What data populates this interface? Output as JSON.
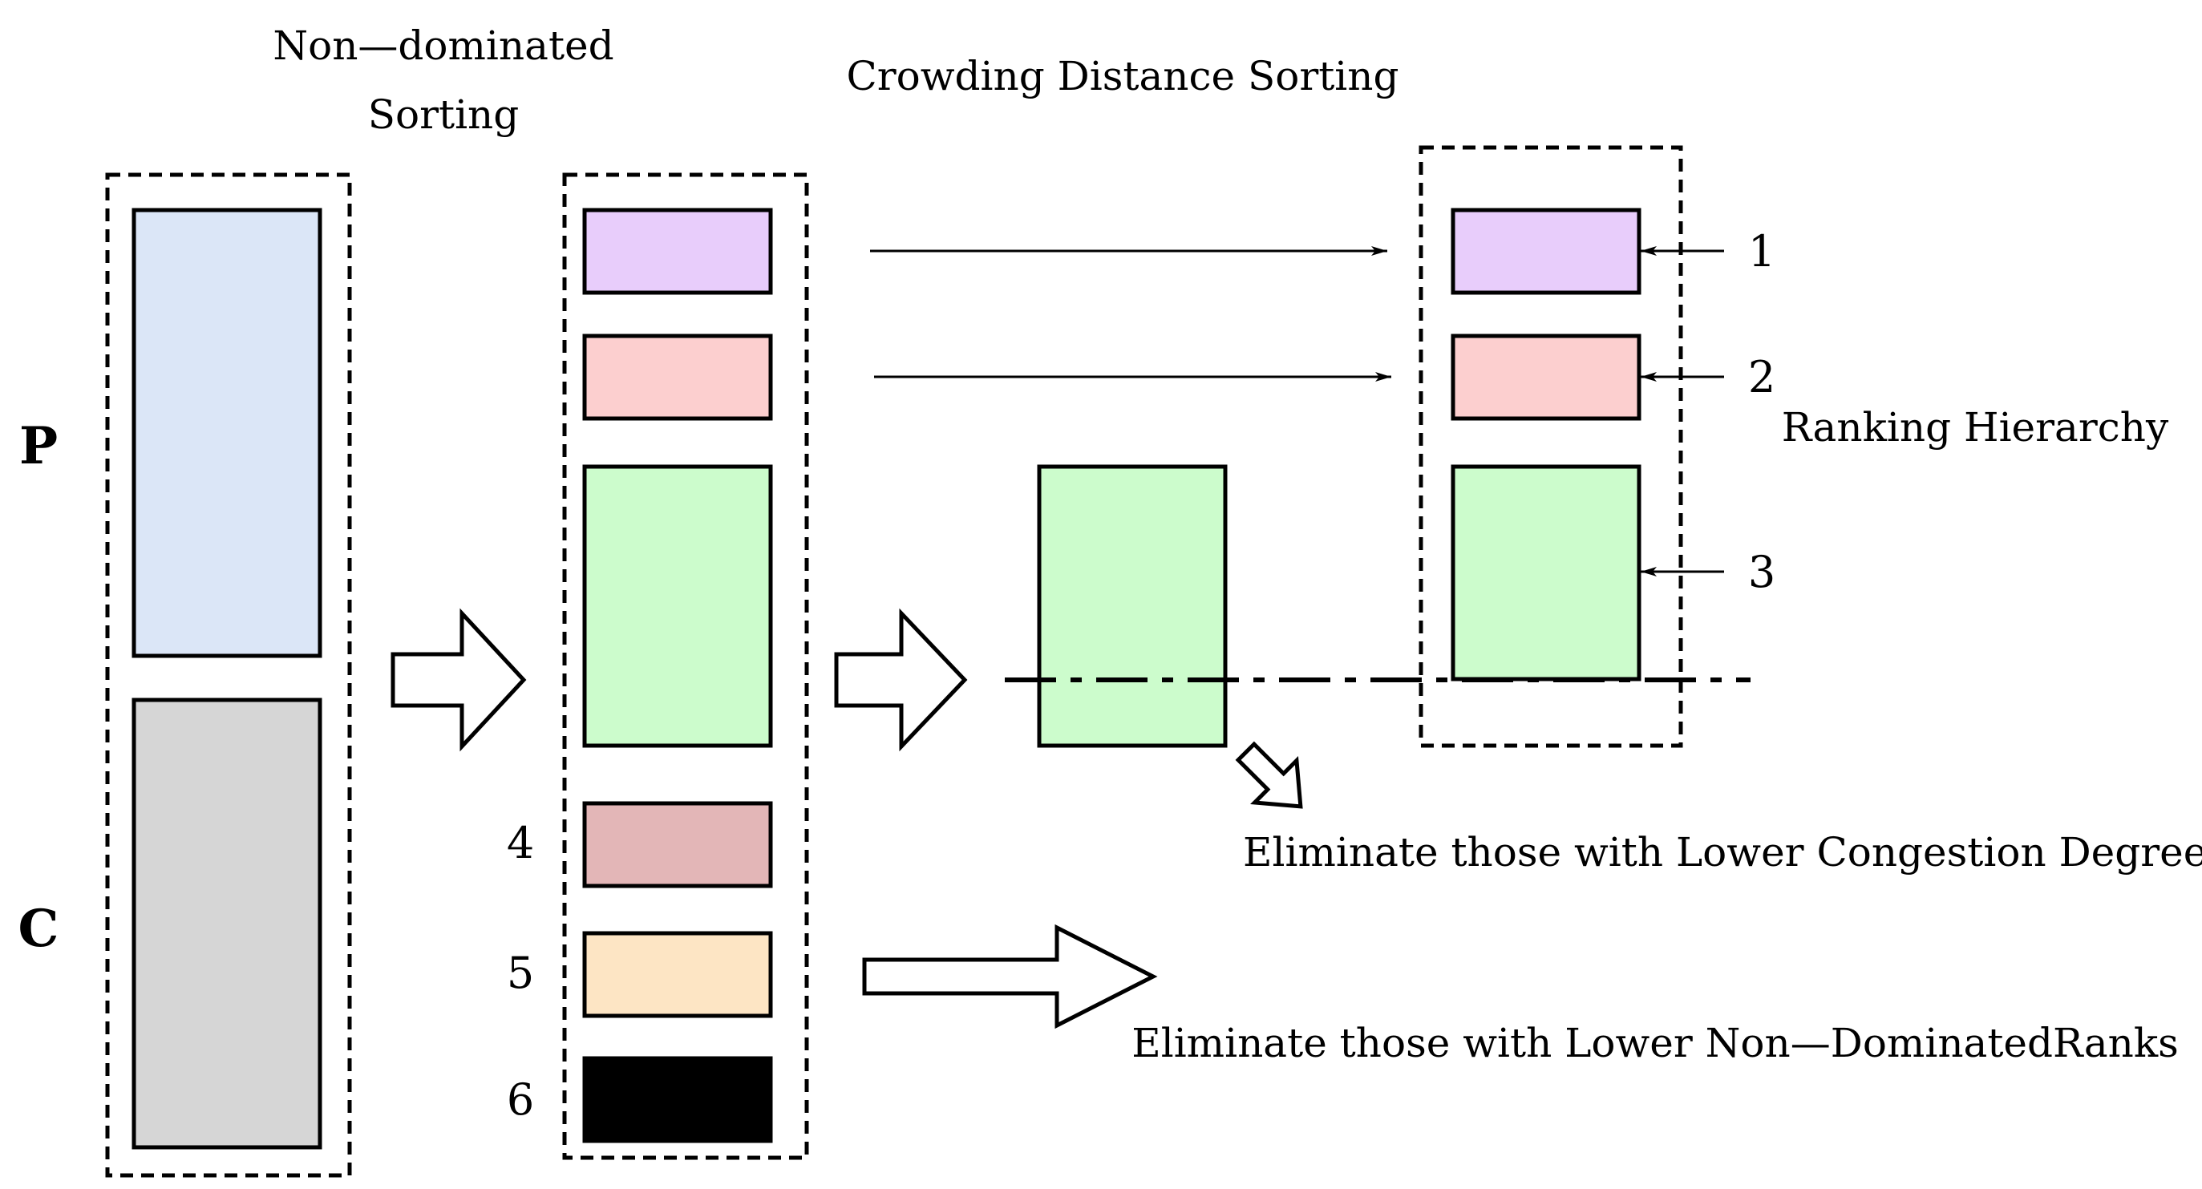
{
  "labels": {
    "non_dominated_line1": "Non—dominated",
    "non_dominated_line2": "Sorting",
    "crowding_distance": "Crowding  Distance  Sorting",
    "ranking_hierarchy": "Ranking  Hierarchy",
    "eliminate_congestion": "Eliminate  those  with  Lower  Congestion  Degrees",
    "eliminate_nondominated": "Eliminate  those  with  Lower  Non—DominatedRanks",
    "p": "P",
    "c": "C"
  },
  "rank_numbers": [
    "1",
    "2",
    "3",
    "4",
    "5",
    "6"
  ],
  "colors": {
    "population_p": "#dbe6f7",
    "population_c": "#d6d6d6",
    "front_1": "#e8cdfb",
    "front_2": "#fccfcf",
    "front_3": "#ccfccc",
    "front_4": "#e3b6b7",
    "front_5": "#fde5c4",
    "front_6": "#000000"
  }
}
